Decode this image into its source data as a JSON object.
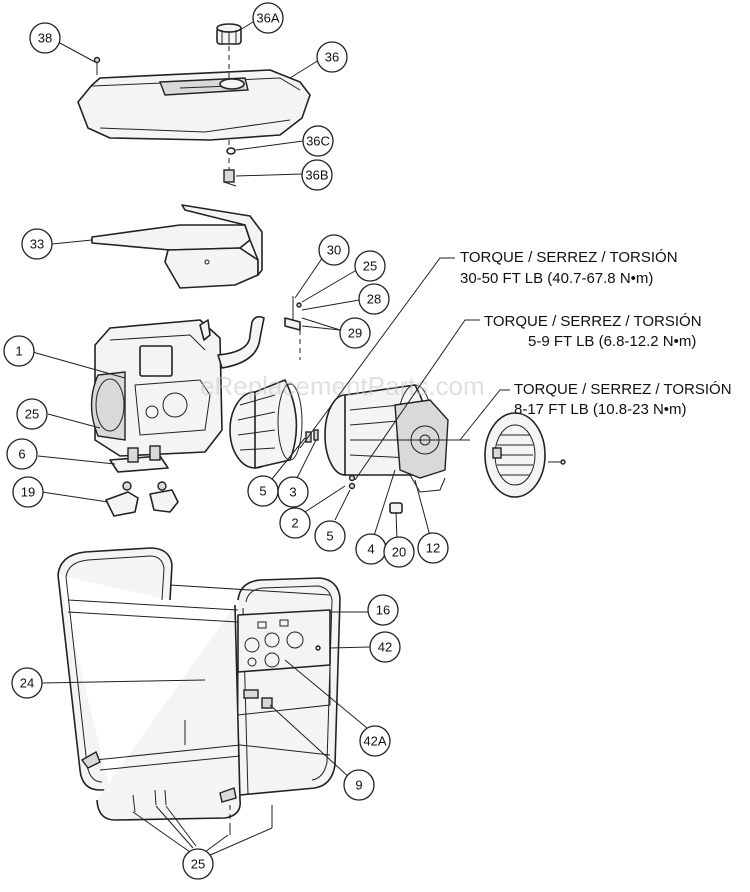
{
  "watermark": "eReplacementParts.com",
  "torque_notes": [
    {
      "line1": "TORQUE / SERREZ / TORSIÓN",
      "line2": "30-50 FT LB (40.7-67.8 N•m)"
    },
    {
      "line1": "TORQUE / SERREZ / TORSIÓN",
      "line2": "5-9 FT LB (6.8-12.2 N•m)"
    },
    {
      "line1": "TORQUE / SERREZ / TORSIÓN",
      "line2": "8-17 FT LB (10.8-23 N•m)"
    }
  ],
  "callouts": {
    "c38": "38",
    "c36a": "36A",
    "c36": "36",
    "c36c": "36C",
    "c36b": "36B",
    "c33": "33",
    "c30": "30",
    "c25a": "25",
    "c28": "28",
    "c29": "29",
    "c1": "1",
    "c25b": "25",
    "c6": "6",
    "c19": "19",
    "c5a": "5",
    "c3": "3",
    "c2": "2",
    "c5b": "5",
    "c4": "4",
    "c20": "20",
    "c12": "12",
    "c16": "16",
    "c42": "42",
    "c24": "24",
    "c42a": "42A",
    "c9": "9",
    "c25c": "25"
  }
}
